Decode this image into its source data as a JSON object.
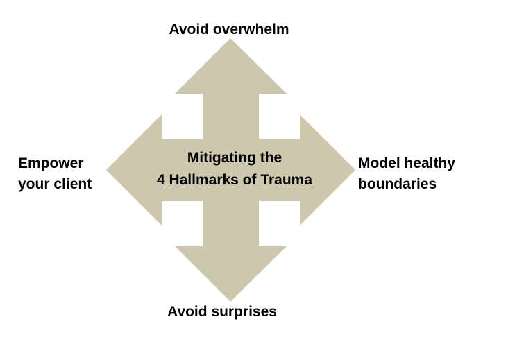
{
  "diagram": {
    "center": {
      "line1": "Mitigating the",
      "line2": "4 Hallmarks of Trauma"
    },
    "top_label": "Avoid overwhelm",
    "bottom_label": "Avoid surprises",
    "left_label": {
      "line1": "Empower",
      "line2": "your client"
    },
    "right_label": {
      "line1": "Model healthy",
      "line2": "boundaries"
    },
    "colors": {
      "arrow_fill": "#cdc8ad",
      "text": "#000000",
      "background": "#ffffff"
    }
  }
}
